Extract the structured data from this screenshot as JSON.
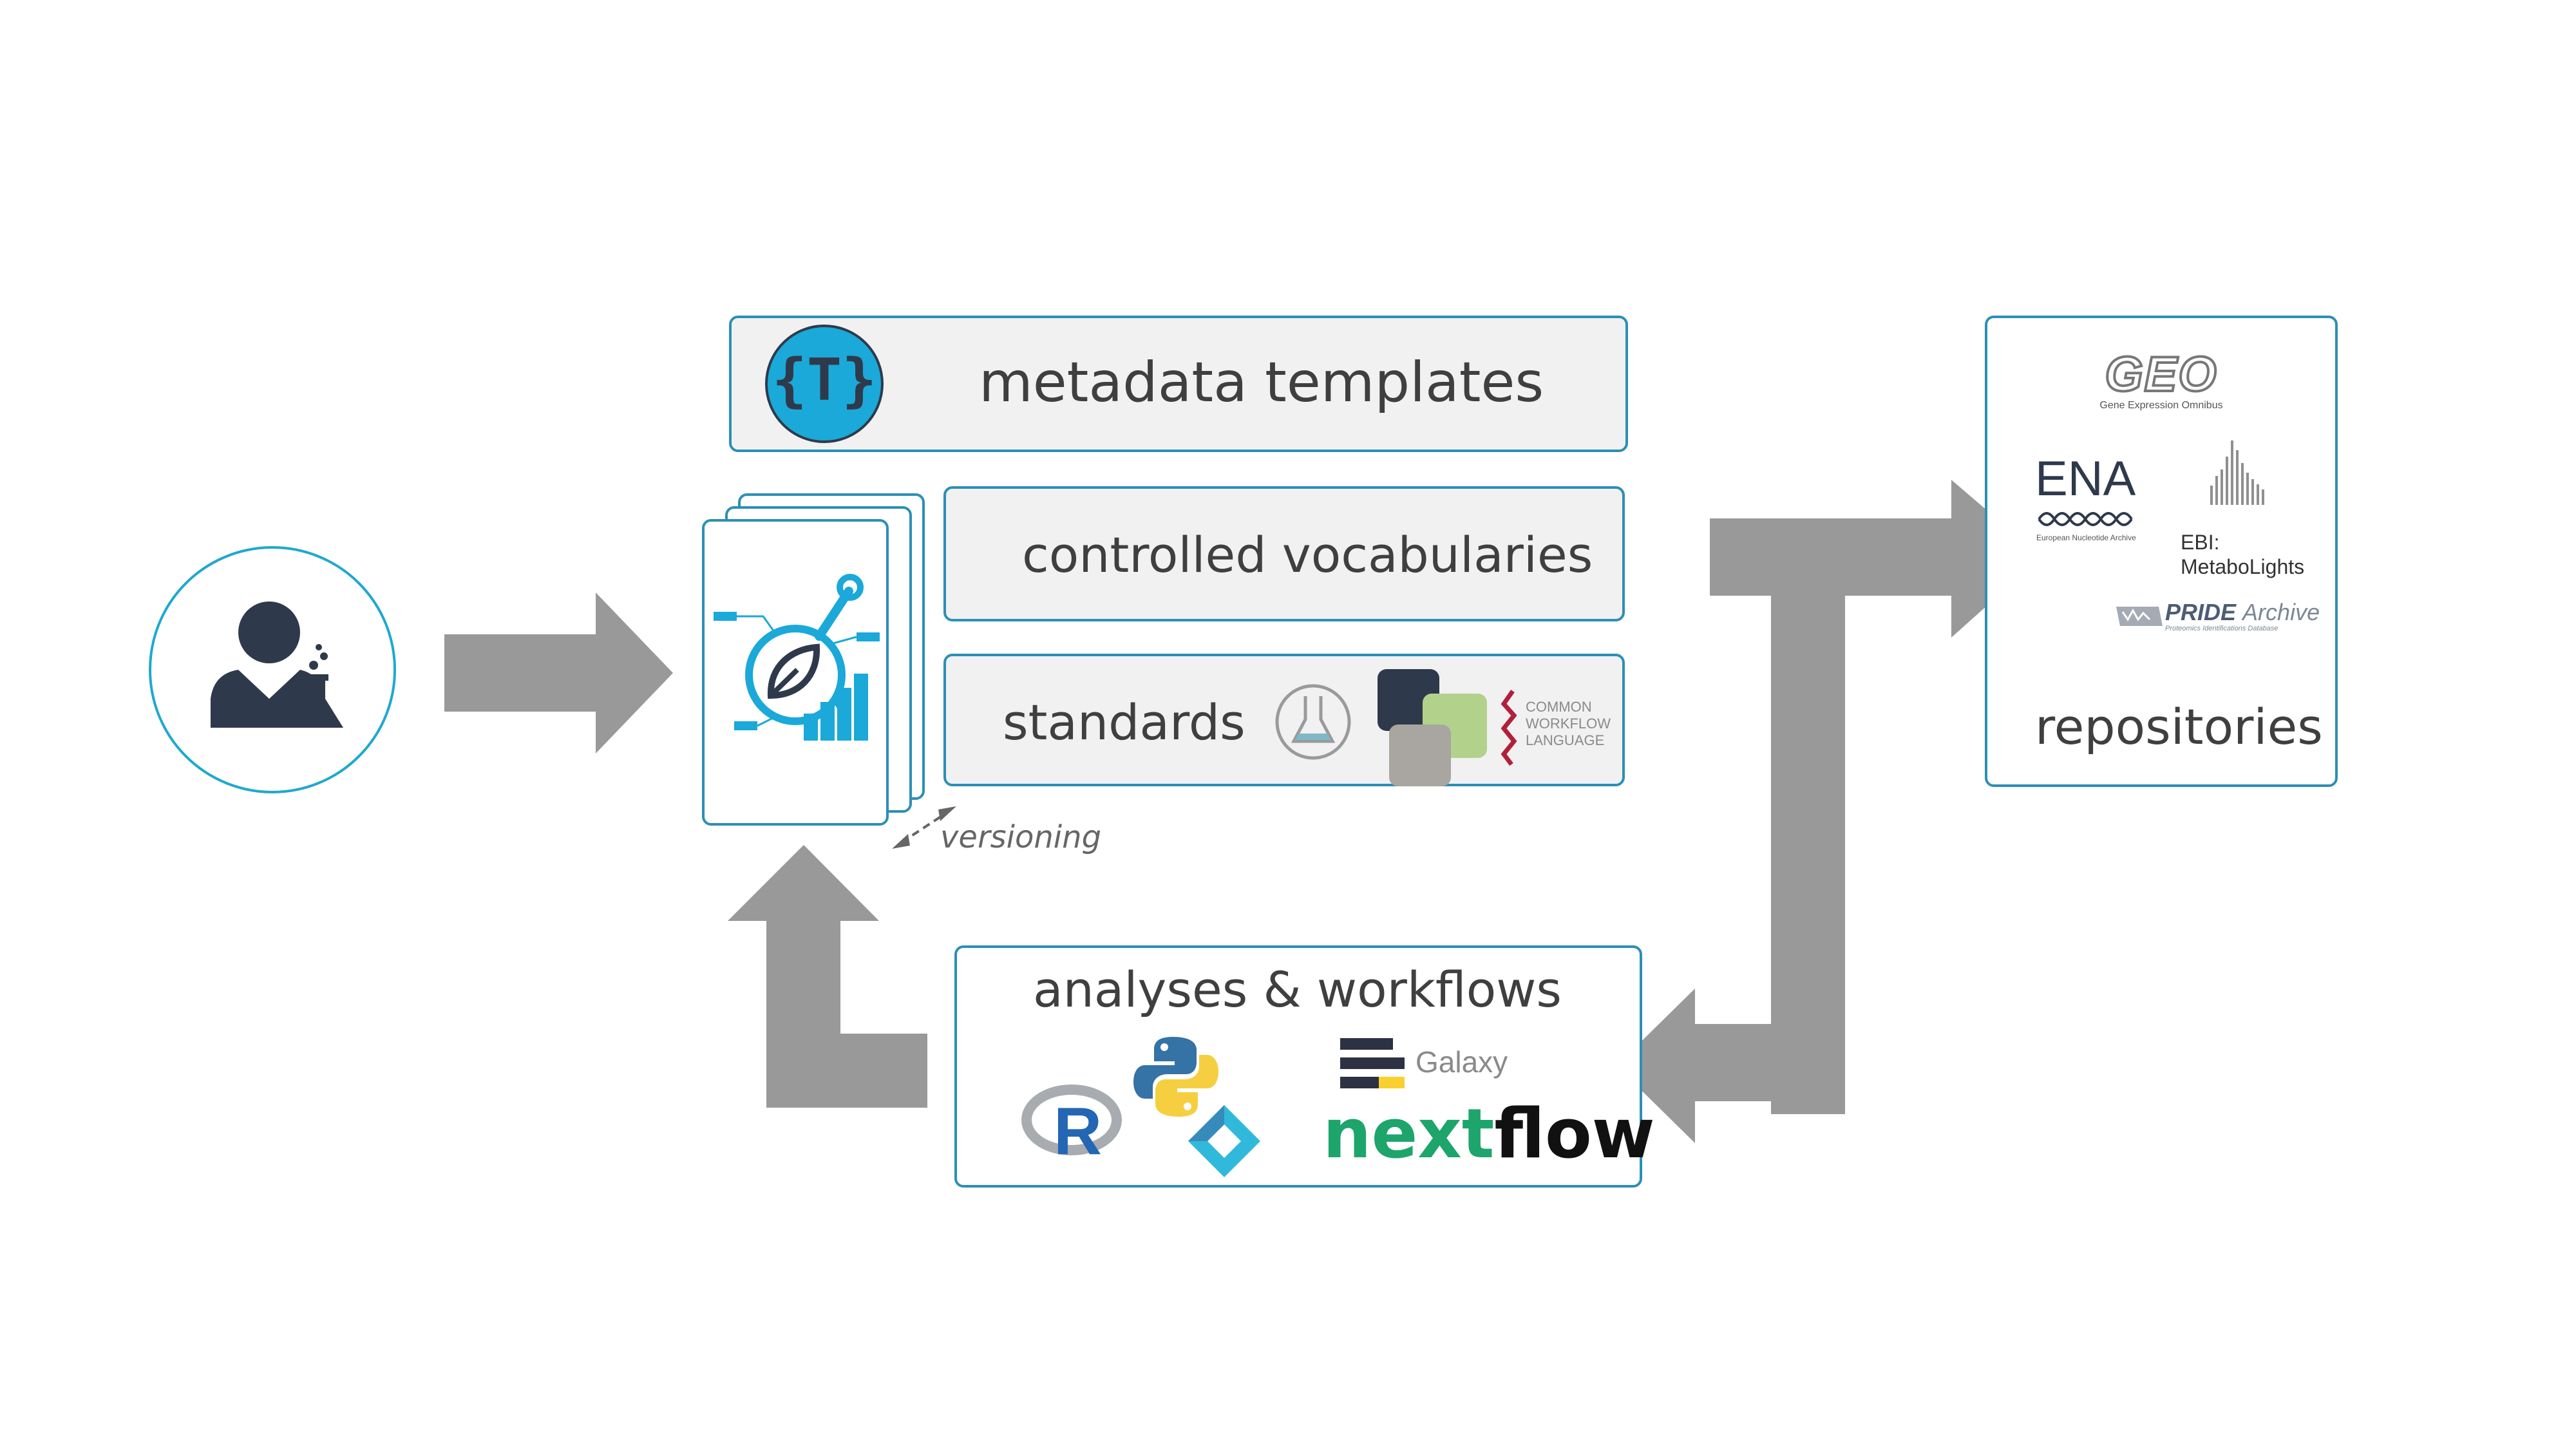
{
  "user_icon": "scientist-with-flask-icon",
  "isa_stack_icon": "isa-metadata-document-stack-icon",
  "template_icon": "template-t-braces-icon",
  "boxes": {
    "metadata_templates": "metadata templates",
    "controlled_vocabularies": "controlled vocabularies",
    "standards": "standards",
    "analyses_workflows": "analyses & workflows",
    "repositories": "repositories"
  },
  "versioning": "versioning",
  "standards_logos": {
    "cwl_line1": "COMMON",
    "cwl_line2": "WORKFLOW",
    "cwl_line3": "LANGUAGE"
  },
  "workflow_logos": {
    "r": "R",
    "galaxy": "Galaxy",
    "nextflow_a": "next",
    "nextflow_b": "flow"
  },
  "repositories": {
    "geo": "GEO",
    "geo_sub": "Gene Expression Omnibus",
    "ena": "ENA",
    "ena_sub": "European Nucleotide Archive",
    "ebi_line1": "EBI:",
    "ebi_line2": "MetaboLights",
    "pride": "PRIDE",
    "pride_archive": "Archive",
    "pride_sub": "Proteomics Identifications Database"
  },
  "colors": {
    "arrow": "#999999",
    "border": "#2d8fb4",
    "box_fill": "#f1f1f1",
    "accent": "#1aa9d8",
    "dark": "#2e3a4b",
    "nextflow_green": "#1da56b"
  }
}
